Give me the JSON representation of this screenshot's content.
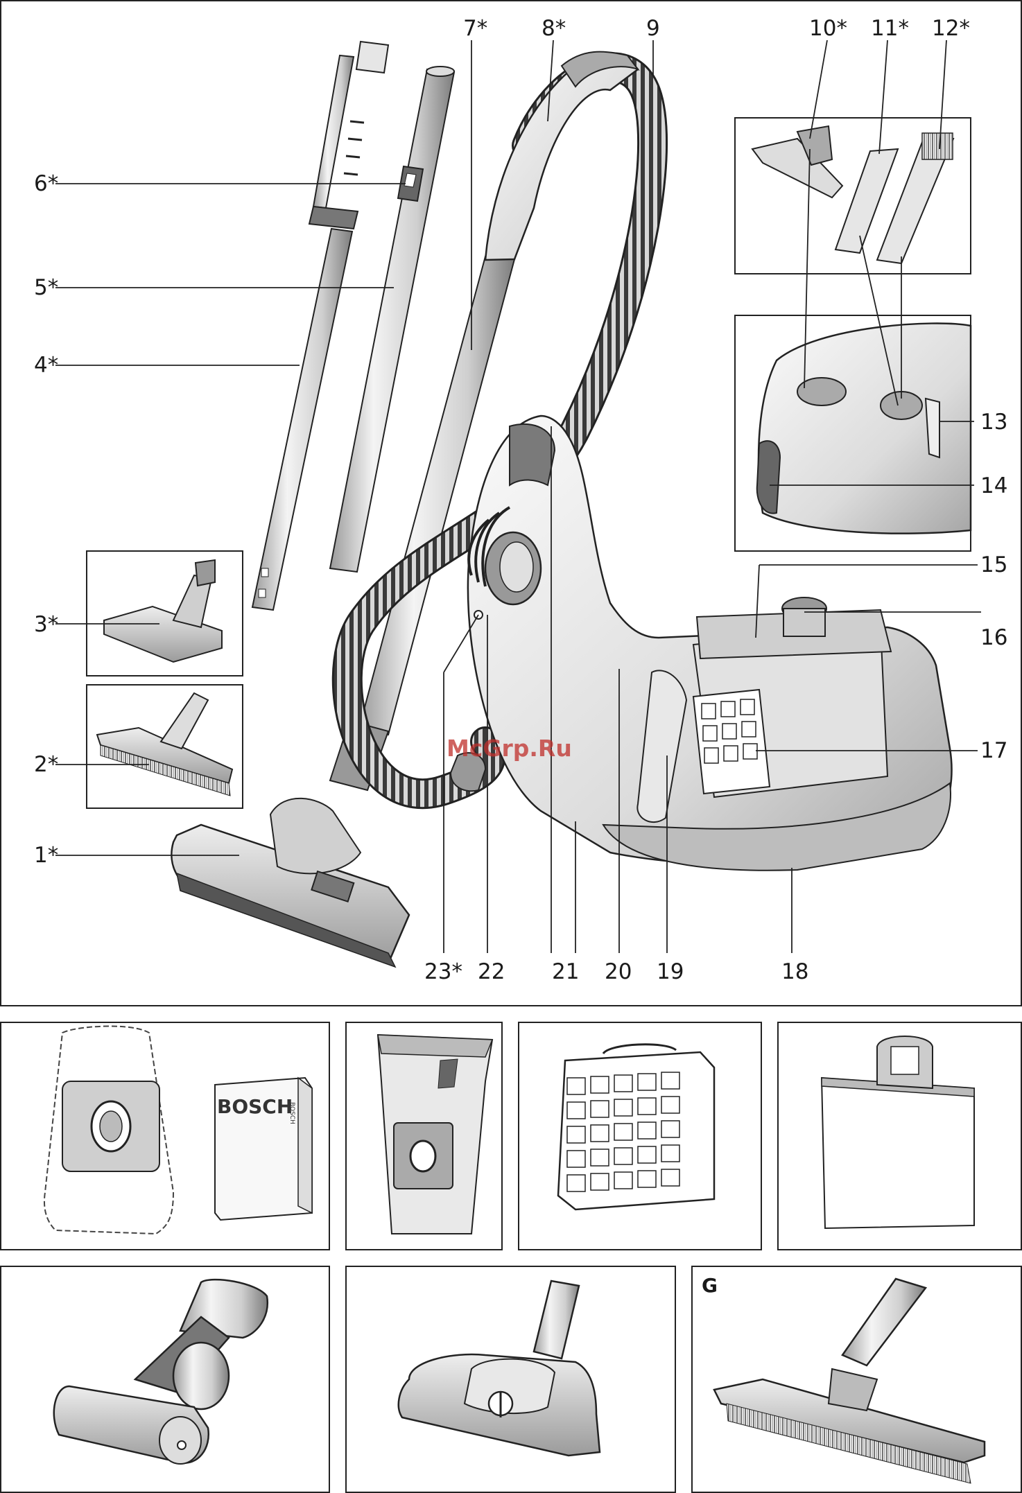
{
  "main_labels": {
    "l1": "1*",
    "l2": "2*",
    "l3": "3*",
    "l4": "4*",
    "l5": "5*",
    "l6": "6*",
    "l7": "7*",
    "l8": "8*",
    "l9": "9",
    "l10": "10*",
    "l11": "11*",
    "l12": "12*",
    "l13": "13",
    "l14": "14",
    "l15": "15",
    "l16": "16",
    "l17": "17",
    "l18": "18",
    "l19": "19",
    "l20": "20",
    "l21": "21",
    "l22": "22",
    "l23": "23*"
  },
  "watermark": "McGrp.Ru",
  "brand_box": "BOSCH",
  "brand_box_side": "BOSCH",
  "panel_g_label": "G"
}
